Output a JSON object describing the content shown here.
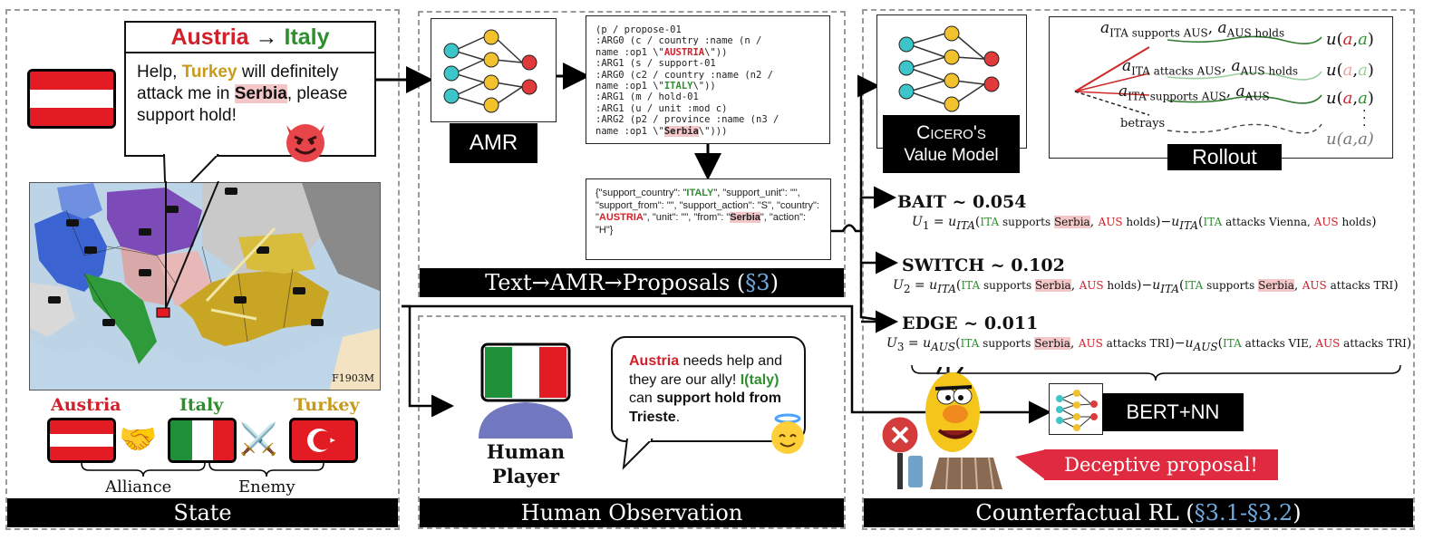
{
  "state": {
    "bubble_header_from": "Austria",
    "bubble_header_arrow": " → ",
    "bubble_header_to": "Italy",
    "message_part1": "Help, ",
    "message_turkey": "Turkey",
    "message_part2": " will definitely attack me in ",
    "message_serbia": "Serbia",
    "message_part3": ", please support hold!",
    "map_label": "F1903M",
    "country_austria": "Austria",
    "country_italy": "Italy",
    "country_turkey": "Turkey",
    "alliance_label": "Alliance",
    "enemy_label": "Enemy",
    "caption": "State"
  },
  "amr": {
    "label": "AMR",
    "code_lines": [
      {
        "pre": "(p / propose-01",
        "hl": "",
        "post": ""
      },
      {
        "pre": ":ARG0 (c / country :name (n /",
        "hl": "",
        "post": ""
      },
      {
        "pre": "name :op1 \\\"",
        "hl": "AUSTRIA",
        "post": "\\\"))",
        "color": "red"
      },
      {
        "pre": ":ARG1 (s / support-01",
        "hl": "",
        "post": ""
      },
      {
        "pre": ":ARG0 (c2 / country :name (n2 /",
        "hl": "",
        "post": ""
      },
      {
        "pre": "name :op1 \\\"",
        "hl": "ITALY",
        "post": "\\\"))",
        "color": "green"
      },
      {
        "pre": ":ARG1 (m / hold-01",
        "hl": "",
        "post": ""
      },
      {
        "pre": ":ARG1 (u / unit :mod c)",
        "hl": "",
        "post": ""
      },
      {
        "pre": ":ARG2 (p2 / province :name (n3 /",
        "hl": "",
        "post": ""
      },
      {
        "pre": "name :op1 \\\"",
        "hl": "Serbia",
        "post": "\\\")))",
        "color": "serbia"
      }
    ],
    "json_t1": "{\"support_country\": \"",
    "json_italy": "ITALY",
    "json_t2": "\", \"support_unit\": \"\", \"support_from\": \"\",  \"support_action\": \"S\", \"country\": \"",
    "json_austria": "AUSTRIA",
    "json_t3": "\",  \"unit\": \"\",  \"from\": \"",
    "json_serbia": "Serbia",
    "json_t4": "\", \"action\": \"H\"}",
    "caption_main": "Text→AMR→Proposals (",
    "caption_link": "§3",
    "caption_end": ")"
  },
  "human": {
    "player_line1": "Human",
    "player_line2": "Player",
    "msg_austria": "Austria",
    "msg_t1": " needs help and they are our ally! ",
    "msg_italy": "I(taly)",
    "msg_t2": " can ",
    "msg_bold": "support hold from Trieste",
    "msg_t3": ".",
    "caption": "Human Observation"
  },
  "cf": {
    "model_line1": "Cicero's",
    "model_line2": "Value Model",
    "rollout_label": "Rollout",
    "rollout_rows": [
      {
        "a1": "ITA supports AUS",
        "a2": "AUS holds",
        "u1": "a",
        "u2": "a",
        "style": "strong"
      },
      {
        "a1": "ITA attacks AUS",
        "a2": "AUS holds",
        "u1": "a",
        "u2": "a",
        "style": "faint"
      },
      {
        "a1": "ITA supports AUS",
        "a2": "AUS",
        "u1": "a",
        "u2": "a",
        "style": "strong"
      }
    ],
    "betrays": "betrays",
    "rollout_last": "u(a,a)",
    "bait": "BAIT ~ 0.054",
    "switch": "SWITCH ~ 0.102",
    "edge": "EDGE ~ 0.011",
    "u1_lhs": "U",
    "u1_sub": "1",
    "u2_sub": "2",
    "u3_sub": "3",
    "u_ita": "ITA",
    "u_aus": "AUS",
    "eq1": {
      "p1": "ITA",
      "p1t": " supports ",
      "p1h": "Serbia",
      "p2": "AUS",
      "p2t": " holds",
      "q1": "ITA",
      "q1t": " attacks Vienna, ",
      "q2": "AUS",
      "q2t": " holds"
    },
    "eq2": {
      "p1": "ITA",
      "p1t": " supports ",
      "p1h": "Serbia",
      "p2": "AUS",
      "p2t": " holds",
      "q1": "ITA",
      "q1t": " supports ",
      "q1h": "Serbia",
      "q2": "AUS",
      "q2t": " attacks TRI"
    },
    "eq3": {
      "p1": "ITA",
      "p1t": " supports ",
      "p1h": "Serbia",
      "p2": "AUS",
      "p2t": " attacks TRI",
      "q1": "ITA",
      "q1t": " attacks VIE, ",
      "q2": "AUS",
      "q2t": " attacks TRI"
    },
    "classifier_label": "BERT+NN",
    "deceptive_label": "Deceptive proposal!",
    "caption_main": "Counterfactual RL (",
    "caption_link": "§3.1-§3.2",
    "caption_end": ")"
  },
  "colors": {
    "austria_red": "#d0202a",
    "italy_green": "#2f8f2f",
    "turkey_gold": "#c99a1a",
    "serbia_highlight": "#f3c7c7",
    "link_blue": "#6fa8dc"
  }
}
